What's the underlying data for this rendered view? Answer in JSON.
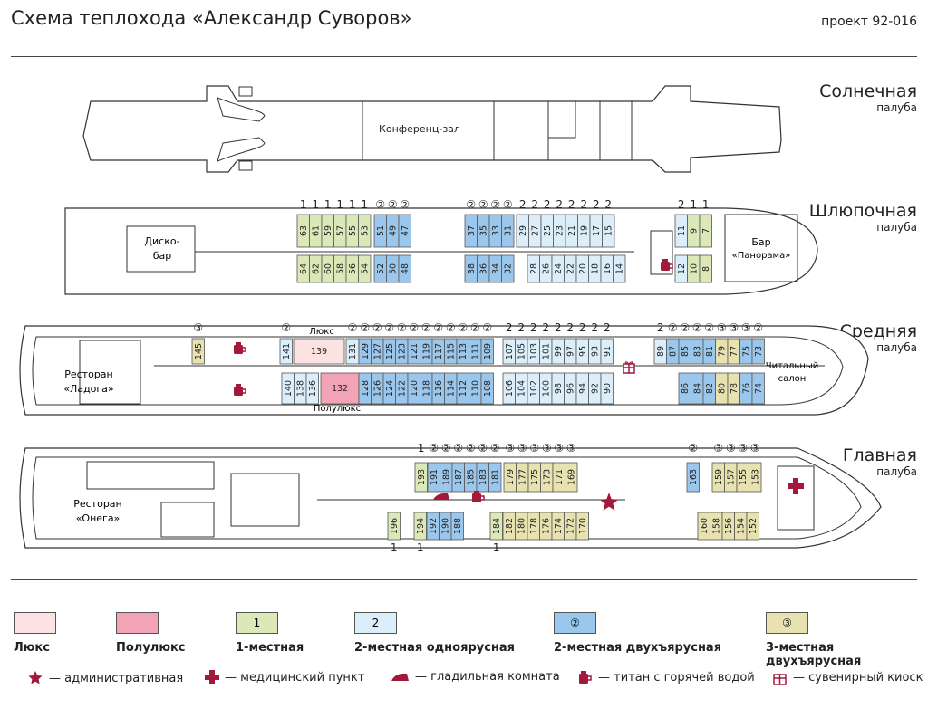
{
  "title": "Схема теплохода «Александр Суворов»",
  "project": "проект 92-016",
  "colors": {
    "lux": "#fde2e4",
    "semilux": "#f2a3b5",
    "single": "#dde8b9",
    "double_single": "#dbeefa",
    "double_bunk": "#9cc7ec",
    "triple_bunk": "#e7e2b0",
    "accent": "#a3193c",
    "line": "#333333"
  },
  "decks": [
    {
      "name": "Солнечная",
      "word": "палуба",
      "labels": {
        "conf": "Конференц-зал"
      }
    },
    {
      "name": "Шлюпочная",
      "word": "палуба",
      "labels": {
        "disco1": "Диско-",
        "disco2": "бар",
        "bar1": "Бар",
        "bar2": "«Панорама»"
      }
    },
    {
      "name": "Средняя",
      "word": "палуба",
      "labels": {
        "rest1": "Ресторан",
        "rest2": "«Ладога»",
        "read1": "Читальный",
        "read2": "салон",
        "lux": "Люкс",
        "semilux": "Полулюкс"
      }
    },
    {
      "name": "Главная",
      "word": "палуба",
      "labels": {
        "rest1": "Ресторан",
        "rest2": "«Онега»"
      }
    }
  ],
  "cabins": {
    "boat_top": [
      {
        "n": "63",
        "t": "single",
        "b": "1"
      },
      {
        "n": "61",
        "t": "single",
        "b": "1"
      },
      {
        "n": "59",
        "t": "single",
        "b": "1"
      },
      {
        "n": "57",
        "t": "single",
        "b": "1"
      },
      {
        "n": "55",
        "t": "single",
        "b": "1"
      },
      {
        "n": "53",
        "t": "single",
        "b": "1"
      },
      {
        "n": "51",
        "t": "double_bunk",
        "b": "②"
      },
      {
        "n": "49",
        "t": "double_bunk",
        "b": "②"
      },
      {
        "n": "47",
        "t": "double_bunk",
        "b": "②"
      },
      {
        "n": "37",
        "t": "double_bunk",
        "b": "②"
      },
      {
        "n": "35",
        "t": "double_bunk",
        "b": "②"
      },
      {
        "n": "33",
        "t": "double_bunk",
        "b": "②"
      },
      {
        "n": "31",
        "t": "double_bunk",
        "b": "②"
      },
      {
        "n": "29",
        "t": "double_single",
        "b": "2"
      },
      {
        "n": "27",
        "t": "double_single",
        "b": "2"
      },
      {
        "n": "25",
        "t": "double_single",
        "b": "2"
      },
      {
        "n": "23",
        "t": "double_single",
        "b": "2"
      },
      {
        "n": "21",
        "t": "double_single",
        "b": "2"
      },
      {
        "n": "19",
        "t": "double_single",
        "b": "2"
      },
      {
        "n": "17",
        "t": "double_single",
        "b": "2"
      },
      {
        "n": "15",
        "t": "double_single",
        "b": "2"
      },
      {
        "n": "11",
        "t": "double_single",
        "b": "2"
      },
      {
        "n": "9",
        "t": "single",
        "b": "1"
      },
      {
        "n": "7",
        "t": "single",
        "b": "1"
      }
    ],
    "boat_bottom": [
      {
        "n": "64",
        "t": "single"
      },
      {
        "n": "62",
        "t": "single"
      },
      {
        "n": "60",
        "t": "single"
      },
      {
        "n": "58",
        "t": "single"
      },
      {
        "n": "56",
        "t": "single"
      },
      {
        "n": "54",
        "t": "single"
      },
      {
        "n": "52",
        "t": "double_bunk"
      },
      {
        "n": "50",
        "t": "double_bunk"
      },
      {
        "n": "48",
        "t": "double_bunk"
      },
      {
        "n": "38",
        "t": "double_bunk"
      },
      {
        "n": "36",
        "t": "double_bunk"
      },
      {
        "n": "34",
        "t": "double_bunk"
      },
      {
        "n": "32",
        "t": "double_bunk"
      },
      {
        "n": "28",
        "t": "double_single"
      },
      {
        "n": "26",
        "t": "double_single"
      },
      {
        "n": "24",
        "t": "double_single"
      },
      {
        "n": "22",
        "t": "double_single"
      },
      {
        "n": "20",
        "t": "double_single"
      },
      {
        "n": "18",
        "t": "double_single"
      },
      {
        "n": "16",
        "t": "double_single"
      },
      {
        "n": "14",
        "t": "double_single"
      },
      {
        "n": "12",
        "t": "double_single"
      },
      {
        "n": "10",
        "t": "single"
      },
      {
        "n": "8",
        "t": "single"
      }
    ],
    "mid_top": [
      {
        "n": "145",
        "t": "triple_bunk",
        "b": "③"
      },
      {
        "n": "141",
        "t": "double_single",
        "b": "②"
      },
      {
        "n": "139",
        "t": "lux"
      },
      {
        "n": "131",
        "t": "double_single",
        "b": "②"
      },
      {
        "n": "129",
        "t": "double_bunk",
        "b": "②"
      },
      {
        "n": "127",
        "t": "double_bunk",
        "b": "②"
      },
      {
        "n": "125",
        "t": "double_bunk",
        "b": "②"
      },
      {
        "n": "123",
        "t": "double_bunk",
        "b": "②"
      },
      {
        "n": "121",
        "t": "double_bunk",
        "b": "②"
      },
      {
        "n": "119",
        "t": "double_bunk",
        "b": "②"
      },
      {
        "n": "117",
        "t": "double_bunk",
        "b": "②"
      },
      {
        "n": "115",
        "t": "double_bunk",
        "b": "②"
      },
      {
        "n": "113",
        "t": "double_bunk",
        "b": "②"
      },
      {
        "n": "111",
        "t": "double_bunk",
        "b": "②"
      },
      {
        "n": "109",
        "t": "double_bunk",
        "b": "②"
      },
      {
        "n": "107",
        "t": "double_single",
        "b": "2"
      },
      {
        "n": "105",
        "t": "double_single",
        "b": "2"
      },
      {
        "n": "103",
        "t": "double_single",
        "b": "2"
      },
      {
        "n": "101",
        "t": "double_single",
        "b": "2"
      },
      {
        "n": "99",
        "t": "double_single",
        "b": "2"
      },
      {
        "n": "97",
        "t": "double_single",
        "b": "2"
      },
      {
        "n": "95",
        "t": "double_single",
        "b": "2"
      },
      {
        "n": "93",
        "t": "double_single",
        "b": "2"
      },
      {
        "n": "91",
        "t": "double_single",
        "b": "2"
      },
      {
        "n": "89",
        "t": "double_single",
        "b": "2"
      },
      {
        "n": "87",
        "t": "double_bunk",
        "b": "②"
      },
      {
        "n": "85",
        "t": "double_bunk",
        "b": "②"
      },
      {
        "n": "83",
        "t": "double_bunk",
        "b": "②"
      },
      {
        "n": "81",
        "t": "double_bunk",
        "b": "②"
      },
      {
        "n": "79",
        "t": "triple_bunk",
        "b": "③"
      },
      {
        "n": "77",
        "t": "triple_bunk",
        "b": "③"
      },
      {
        "n": "75",
        "t": "double_bunk",
        "b": "③"
      },
      {
        "n": "73",
        "t": "double_bunk",
        "b": "②"
      }
    ],
    "mid_bottom": [
      {
        "n": "140",
        "t": "double_single"
      },
      {
        "n": "138",
        "t": "double_single"
      },
      {
        "n": "136",
        "t": "double_single"
      },
      {
        "n": "132",
        "t": "semilux"
      },
      {
        "n": "128",
        "t": "double_bunk"
      },
      {
        "n": "126",
        "t": "double_bunk"
      },
      {
        "n": "124",
        "t": "double_bunk"
      },
      {
        "n": "122",
        "t": "double_bunk"
      },
      {
        "n": "120",
        "t": "double_bunk"
      },
      {
        "n": "118",
        "t": "double_bunk"
      },
      {
        "n": "116",
        "t": "double_bunk"
      },
      {
        "n": "114",
        "t": "double_bunk"
      },
      {
        "n": "112",
        "t": "double_bunk"
      },
      {
        "n": "110",
        "t": "double_bunk"
      },
      {
        "n": "108",
        "t": "double_bunk"
      },
      {
        "n": "106",
        "t": "double_single"
      },
      {
        "n": "104",
        "t": "double_single"
      },
      {
        "n": "102",
        "t": "double_single"
      },
      {
        "n": "100",
        "t": "double_single"
      },
      {
        "n": "98",
        "t": "double_single"
      },
      {
        "n": "96",
        "t": "double_single"
      },
      {
        "n": "94",
        "t": "double_single"
      },
      {
        "n": "92",
        "t": "double_single"
      },
      {
        "n": "90",
        "t": "double_single"
      },
      {
        "n": "86",
        "t": "double_bunk"
      },
      {
        "n": "84",
        "t": "double_bunk"
      },
      {
        "n": "82",
        "t": "double_bunk"
      },
      {
        "n": "80",
        "t": "triple_bunk"
      },
      {
        "n": "78",
        "t": "triple_bunk"
      },
      {
        "n": "76",
        "t": "double_bunk"
      },
      {
        "n": "74",
        "t": "double_bunk"
      }
    ],
    "main_top": [
      {
        "n": "193",
        "t": "single",
        "b": "1"
      },
      {
        "n": "191",
        "t": "double_bunk",
        "b": "②"
      },
      {
        "n": "189",
        "t": "double_bunk",
        "b": "②"
      },
      {
        "n": "187",
        "t": "double_bunk",
        "b": "②"
      },
      {
        "n": "185",
        "t": "double_bunk",
        "b": "②"
      },
      {
        "n": "183",
        "t": "double_bunk",
        "b": "②"
      },
      {
        "n": "181",
        "t": "double_bunk",
        "b": "②"
      },
      {
        "n": "179",
        "t": "triple_bunk",
        "b": "③"
      },
      {
        "n": "177",
        "t": "triple_bunk",
        "b": "③"
      },
      {
        "n": "175",
        "t": "triple_bunk",
        "b": "③"
      },
      {
        "n": "173",
        "t": "triple_bunk",
        "b": "③"
      },
      {
        "n": "171",
        "t": "triple_bunk",
        "b": "③"
      },
      {
        "n": "169",
        "t": "triple_bunk",
        "b": "③"
      },
      {
        "n": "163",
        "t": "double_bunk",
        "b": "②"
      },
      {
        "n": "159",
        "t": "triple_bunk",
        "b": "③"
      },
      {
        "n": "157",
        "t": "triple_bunk",
        "b": "③"
      },
      {
        "n": "155",
        "t": "triple_bunk",
        "b": "③"
      },
      {
        "n": "153",
        "t": "triple_bunk",
        "b": "③"
      }
    ],
    "main_bottom": [
      {
        "n": "196",
        "t": "single",
        "b": "1"
      },
      {
        "n": "194",
        "t": "single",
        "b": "1"
      },
      {
        "n": "192",
        "t": "double_bunk"
      },
      {
        "n": "190",
        "t": "double_bunk"
      },
      {
        "n": "188",
        "t": "double_bunk"
      },
      {
        "n": "184",
        "t": "single",
        "b": "1"
      },
      {
        "n": "182",
        "t": "triple_bunk"
      },
      {
        "n": "180",
        "t": "triple_bunk"
      },
      {
        "n": "178",
        "t": "triple_bunk"
      },
      {
        "n": "176",
        "t": "triple_bunk"
      },
      {
        "n": "174",
        "t": "triple_bunk"
      },
      {
        "n": "172",
        "t": "triple_bunk"
      },
      {
        "n": "170",
        "t": "triple_bunk"
      },
      {
        "n": "160",
        "t": "triple_bunk"
      },
      {
        "n": "158",
        "t": "triple_bunk"
      },
      {
        "n": "156",
        "t": "triple_bunk"
      },
      {
        "n": "154",
        "t": "triple_bunk"
      },
      {
        "n": "152",
        "t": "triple_bunk"
      }
    ]
  },
  "legend": {
    "categories": [
      {
        "label": "Люкс",
        "box": "",
        "type": "lux"
      },
      {
        "label": "Полулюкс",
        "box": "",
        "type": "semilux"
      },
      {
        "label": "1-местная",
        "box": "1",
        "type": "single"
      },
      {
        "label": "2-местная одноярусная",
        "box": "2",
        "type": "double_single"
      },
      {
        "label": "2-местная двухъярусная",
        "box": "②",
        "type": "double_bunk"
      },
      {
        "label": "3-местная двухъярусная",
        "box": "③",
        "type": "triple_bunk"
      }
    ],
    "symbols": [
      {
        "icon": "star-icon",
        "label": "— административная"
      },
      {
        "icon": "cross-icon",
        "label": "— медицинский пункт"
      },
      {
        "icon": "iron-icon",
        "label": "— гладильная комната"
      },
      {
        "icon": "kettle-icon",
        "label": "— титан с горячей водой"
      },
      {
        "icon": "gift-icon",
        "label": "— сувенирный киоск"
      }
    ]
  }
}
